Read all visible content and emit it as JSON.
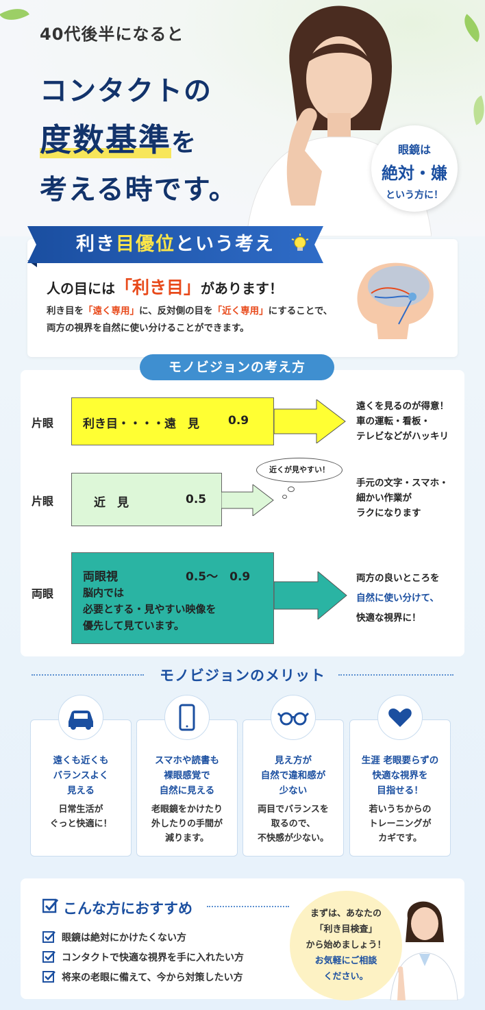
{
  "hero": {
    "subtitle": "40代後半になると",
    "line1": "コンタクトの",
    "line2_highlight": "度数基準",
    "line2_suffix": "を",
    "line3": "考える時です。",
    "badge": {
      "line1": "眼鏡は",
      "line2": "絶対・嫌",
      "line3": "という方に！"
    }
  },
  "section1": {
    "ribbon_prefix": "利き",
    "ribbon_highlight": "目優位",
    "ribbon_suffix": "という考え",
    "heading_prefix": "人の目には",
    "heading_highlight": "「利き目」",
    "heading_suffix": "があります！",
    "body_p1": "利き目を",
    "body_far": "「遠く専用」",
    "body_p2": "に、反対側の目を",
    "body_near": "「近く専用」",
    "body_p3": "にすることで、",
    "body_line2": "両方の視界を自然に使い分けることができます。"
  },
  "section2": {
    "title": "モノビジョンの考え方",
    "rows": [
      {
        "label": "片眼",
        "box_text": "利き目・・・・遠　見",
        "value": "0.9",
        "desc": [
          "遠くを見るのが得意！",
          "車の運転・看板・",
          "テレビなどがハッキリ"
        ]
      },
      {
        "label": "片眼",
        "box_text": "近　見",
        "value": "0.5",
        "thought": "近くが見やすい！",
        "desc": [
          "手元の文字・スマホ・",
          "細かい作業が",
          "ラクになります"
        ]
      },
      {
        "label": "両眼",
        "box_text": "両眼視",
        "value": "0.5〜　0.9",
        "sub": [
          "脳内では",
          "必要とする・見やすい映像を",
          "優先して見ています。"
        ],
        "desc": [
          "両方の良いところを",
          "自然に使い分けて、",
          "快適な視界に！"
        ]
      }
    ]
  },
  "merits": {
    "title": "モノビジョンのメリット",
    "items": [
      {
        "icon": "car-icon",
        "title": [
          "遠くも近くも",
          "バランスよく",
          "見える"
        ],
        "desc": [
          "日常生活が",
          "ぐっと快適に！"
        ]
      },
      {
        "icon": "smartphone-icon",
        "title": [
          "スマホや読書も",
          "裸眼感覚で",
          "自然に見える"
        ],
        "desc": [
          "老眼鏡をかけたり",
          "外したりの手間が",
          "減ります。"
        ]
      },
      {
        "icon": "glasses-icon",
        "title": [
          "見え方が",
          "自然で違和感が",
          "少ない"
        ],
        "desc": [
          "両目でバランスを",
          "取るので、",
          "不快感が少ない。"
        ]
      },
      {
        "icon": "heart-icon",
        "title": [
          "生涯 老眼要らずの",
          "快適な視界を",
          "目指せる！"
        ],
        "desc": [
          "若いうちからの",
          "トレーニングが",
          "カギです。"
        ]
      }
    ]
  },
  "recommend": {
    "title": "こんな方におすすめ",
    "items": [
      "眼鏡は絶対にかけたくない方",
      "コンタクトで快適な視界を手に入れたい方",
      "将来の老眼に備えて、今から対策したい方"
    ],
    "bubble": [
      "まずは、あなたの",
      "「利き目検査」",
      "から始めましょう！",
      "お気軽にご相談",
      "ください。"
    ]
  },
  "colors": {
    "navy": "#12336b",
    "blue": "#1b4fa0",
    "accent_orange": "#e84a1b",
    "yellow_box": "#ffff33",
    "green_box": "#ddf7d8",
    "teal_box": "#2ab4a3"
  }
}
